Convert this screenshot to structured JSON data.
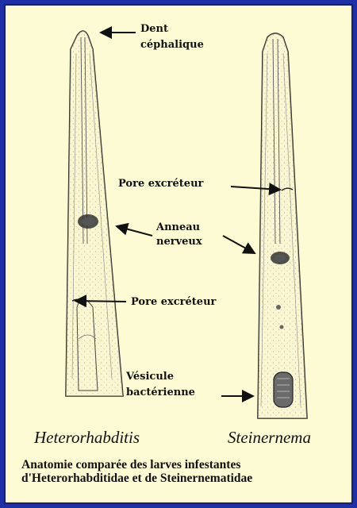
{
  "labels": {
    "dent_line1": "Dent",
    "dent_line2": "céphalique",
    "pore_top": "Pore excréteur",
    "anneau_line1": "Anneau",
    "anneau_line2": "nerveux",
    "pore_bottom": "Pore excréteur",
    "vesicule_line1": "Vésicule",
    "vesicule_line2": "bactérienne"
  },
  "species": {
    "left": "Heterorhabditis",
    "right": "Steinernema"
  },
  "caption": {
    "line1": "Anatomie comparée des larves infestantes",
    "line2": "d'Heterorhabditidae et de Steinernematidae"
  },
  "colors": {
    "frame_border": "#1f2fa6",
    "background": "#fdfbd4",
    "ink": "#111111"
  }
}
